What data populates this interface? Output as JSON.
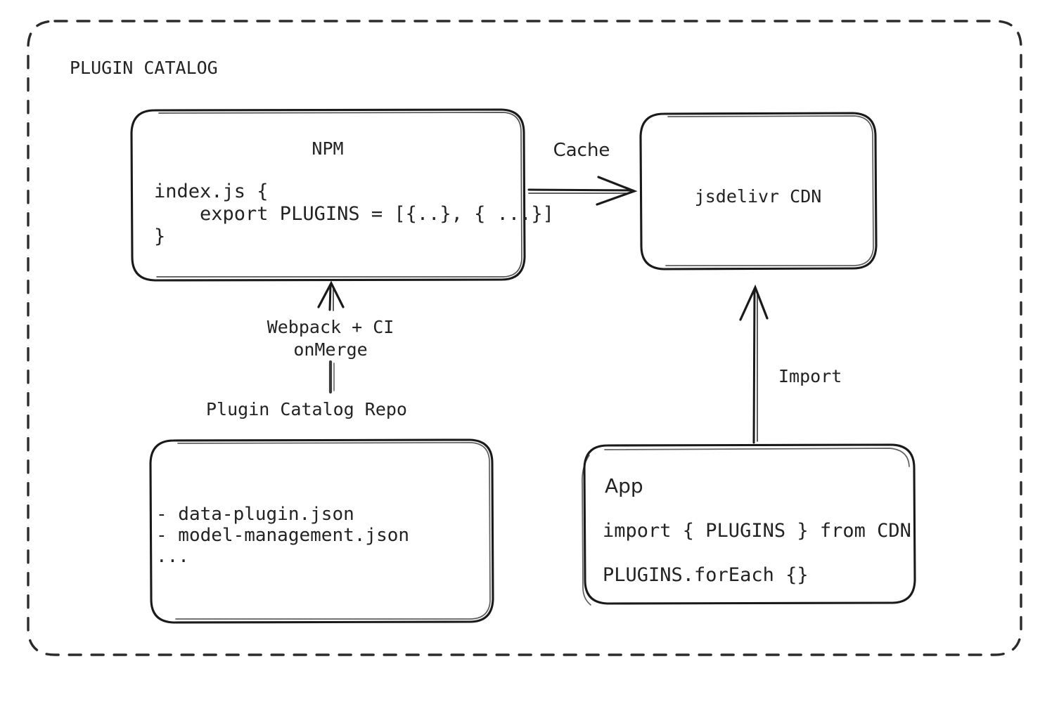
{
  "diagram": {
    "type": "architecture-flow",
    "group": {
      "label": "PLUGIN CATALOG",
      "border_style": "dashed",
      "color": "#2b2b2b"
    },
    "nodes": [
      {
        "id": "npm",
        "title": "NPM",
        "lines": [
          "index.js {",
          "    export PLUGINS = [{..}, { ...}]",
          "}"
        ]
      },
      {
        "id": "cdn",
        "title": "jsdelivr CDN",
        "lines": []
      },
      {
        "id": "repo",
        "caption": "Plugin Catalog Repo",
        "title": "",
        "lines": [
          "- data-plugin.json",
          "- model-management.json",
          "..."
        ]
      },
      {
        "id": "app",
        "title": "App",
        "lines": [
          "import { PLUGINS } from CDN",
          "PLUGINS.forEach {}"
        ]
      }
    ],
    "edges": [
      {
        "id": "cache",
        "label": "Cache",
        "from": "npm",
        "to": "cdn",
        "direction": "right"
      },
      {
        "id": "build",
        "label": "Webpack + CI\nonMerge",
        "label_line1": "Webpack + CI",
        "label_line2": "onMerge",
        "from": "repo",
        "to": "npm",
        "direction": "up"
      },
      {
        "id": "import",
        "label": "Import",
        "from": "app",
        "to": "cdn",
        "direction": "up"
      }
    ]
  }
}
